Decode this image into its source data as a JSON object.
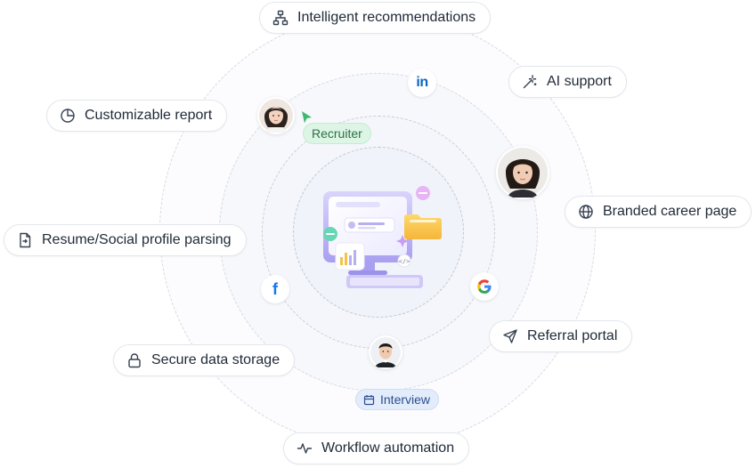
{
  "features": {
    "intelligent_recommendations": "Intelligent recommendations",
    "ai_support": "AI support",
    "customizable_report": "Customizable report",
    "branded_career_page": "Branded career page",
    "resume_parsing": "Resume/Social profile parsing",
    "referral_portal": "Referral portal",
    "secure_storage": "Secure data storage",
    "workflow_automation": "Workflow automation"
  },
  "tags": {
    "recruiter": "Recruiter",
    "interview": "Interview"
  },
  "brands": {
    "linkedin": "in",
    "facebook": "f",
    "google": "G"
  },
  "colors": {
    "recruiter_tag_bg": "#dcf5e4",
    "interview_tag_bg": "#e3ecfb",
    "linkedin": "#0a66c2",
    "facebook": "#1877f2",
    "cursor": "#3fb872",
    "monitor": "#b7b0f0"
  },
  "icons": {
    "intelligent_recommendations": "hierarchy-icon",
    "ai_support": "magic-wand-icon",
    "customizable_report": "pie-chart-icon",
    "branded_career_page": "globe-icon",
    "resume_parsing": "file-import-icon",
    "referral_portal": "send-icon",
    "secure_storage": "lock-icon",
    "workflow_automation": "activity-icon"
  }
}
